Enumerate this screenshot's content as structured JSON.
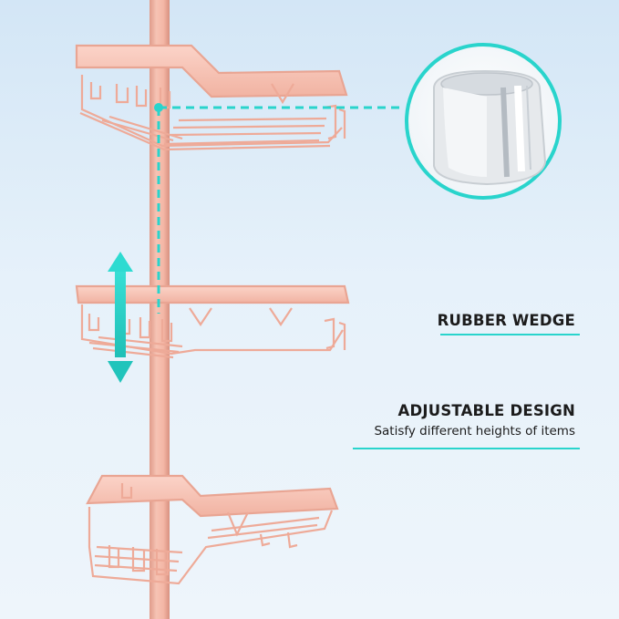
{
  "labels": {
    "rubber_wedge": "RUBBER WEDGE",
    "adjustable_design": "ADJUSTABLE DESIGN",
    "adjustable_subtitle": "Satisfy different heights of items"
  },
  "colors": {
    "accent": "#29d4cc",
    "rose_gold": "#f2b8a8",
    "background": "#e0eef9"
  },
  "icons": {
    "adjust_arrow": "up-down-arrow-icon",
    "zoom_circle": "rubber-wedge-detail"
  }
}
